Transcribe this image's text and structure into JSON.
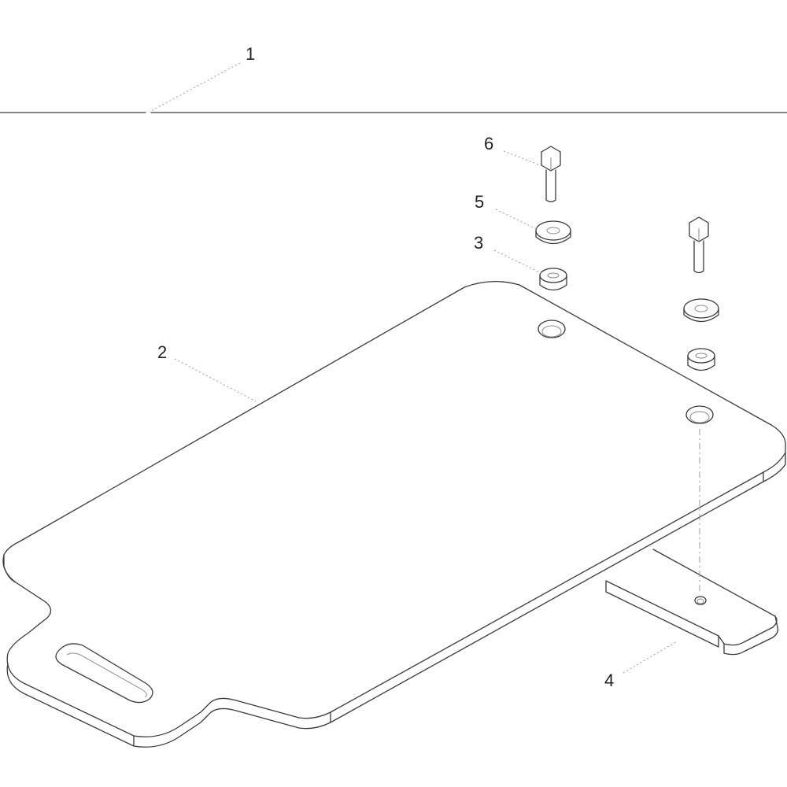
{
  "callouts": {
    "c1": "1",
    "c2": "2",
    "c3": "3",
    "c4": "4",
    "c5": "5",
    "c6": "6"
  },
  "colors": {
    "line": "#3a3a3a",
    "leader": "#9a9a9a",
    "background": "#ffffff"
  }
}
